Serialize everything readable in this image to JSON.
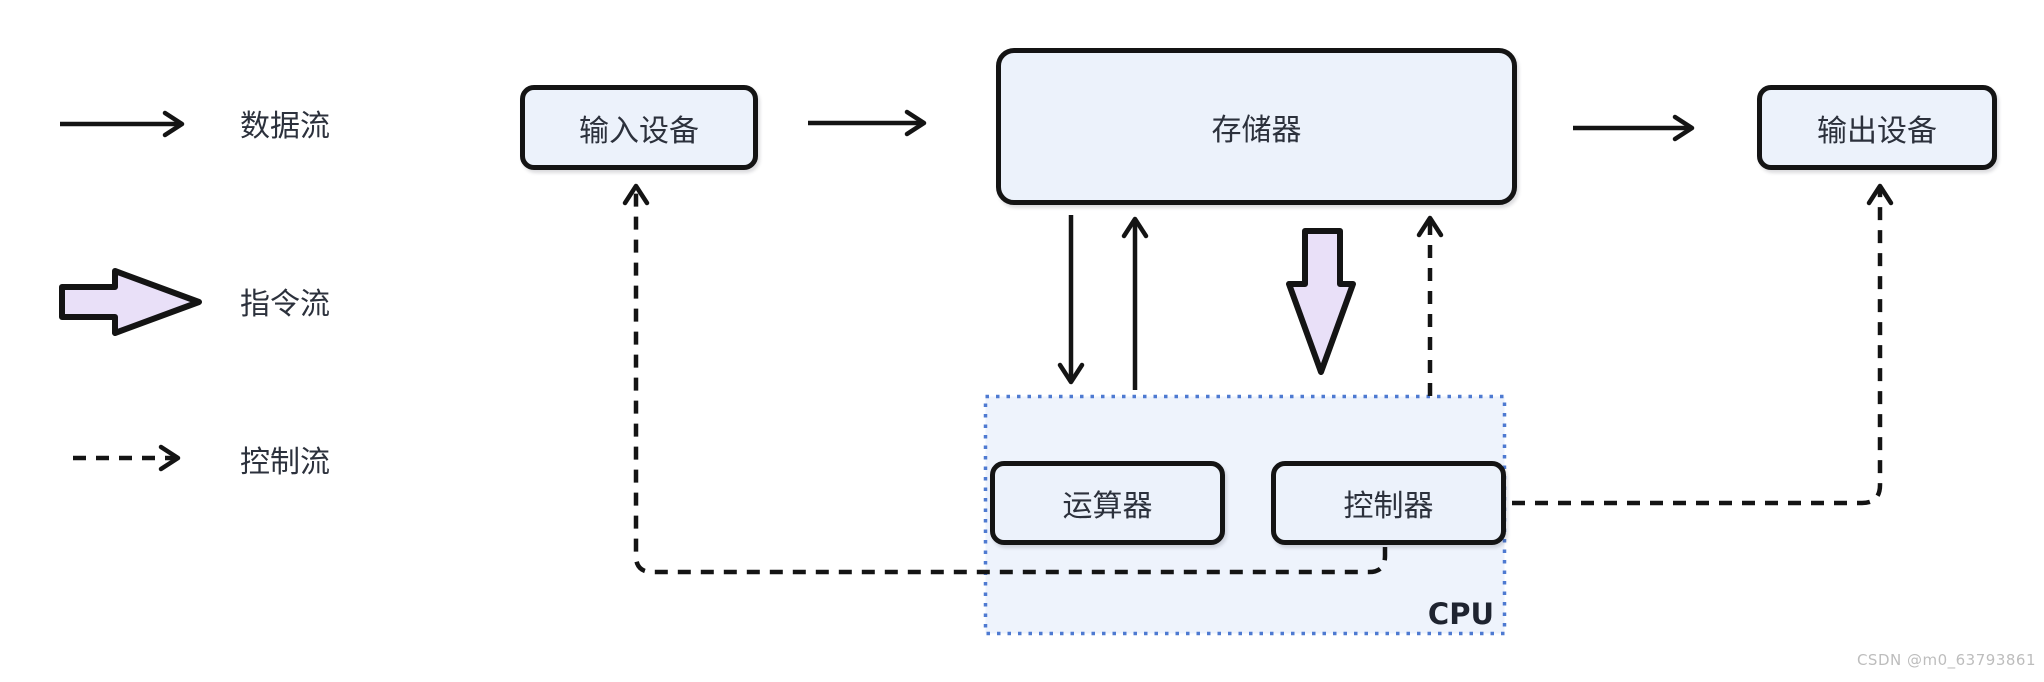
{
  "legend": {
    "items": [
      {
        "id": "data-flow",
        "label": "数据流",
        "style": "solid-arrow"
      },
      {
        "id": "instruction-flow",
        "label": "指令流",
        "style": "block-arrow"
      },
      {
        "id": "control-flow",
        "label": "控制流",
        "style": "dashed-arrow"
      }
    ]
  },
  "nodes": {
    "input_device": {
      "label": "输入设备"
    },
    "memory": {
      "label": "存储器"
    },
    "output_device": {
      "label": "输出设备"
    },
    "alu": {
      "label": "运算器"
    },
    "control_unit": {
      "label": "控制器"
    },
    "cpu_region": {
      "label": "CPU"
    }
  },
  "watermark": {
    "text": "CSDN @m0_63793861"
  },
  "colors": {
    "stroke": "#141414",
    "node_fill": "#ecf2fb",
    "cpu_region_fill": "#eef3fc",
    "cpu_region_border": "#4e7ad1",
    "instruction_arrow_fill": "#e9e0f8",
    "text": "#2c313c",
    "watermark": "#bdbdbd"
  }
}
